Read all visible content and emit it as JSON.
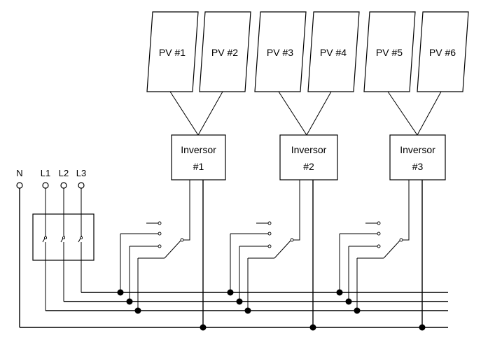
{
  "panels": [
    "PV #1",
    "PV #2",
    "PV #3",
    "PV #4",
    "PV #5",
    "PV #6"
  ],
  "inverters": [
    {
      "title": "Inversor",
      "number": "#1"
    },
    {
      "title": "Inversor",
      "number": "#2"
    },
    {
      "title": "Inversor",
      "number": "#3"
    }
  ],
  "grid_terminals": [
    "N",
    "L1",
    "L2",
    "L3"
  ]
}
